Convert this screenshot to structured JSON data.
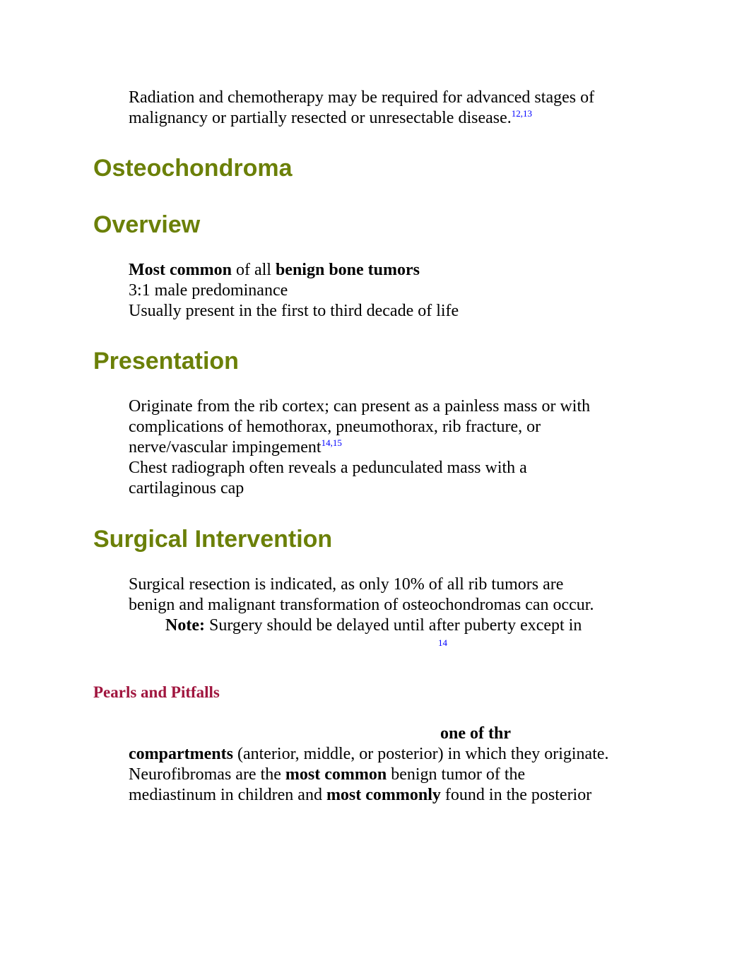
{
  "colors": {
    "heading": "#6b8008",
    "subheading": "#a0153e",
    "citation": "#0000ff",
    "text": "#000000"
  },
  "intro": {
    "line1": "Radiation and chemotherapy may be required for advanced stages of",
    "line2": "malignancy or partially resected or unresectable disease.",
    "cite": "12,13"
  },
  "headings": {
    "title": "Osteochondroma",
    "overview": "Overview",
    "presentation": "Presentation",
    "surgical": "Surgical Intervention",
    "pearls": "Pearls and Pitfalls"
  },
  "overview": {
    "l1_bold1": "Most common",
    "l1_mid": " of all ",
    "l1_bold2": "benign bone tumors",
    "l2": "3:1 male predominance",
    "l3": "Usually present in the first to third decade of life"
  },
  "presentation": {
    "l1": "Originate from the rib cortex; can present as a painless mass or with",
    "l2": "complications of hemothorax, pneumothorax, rib fracture, or",
    "l3": "nerve/vascular impingement",
    "l3_cite": "14,15",
    "l4": "Chest radiograph often reveals a pedunculated mass with a",
    "l5": "cartilaginous cap"
  },
  "surgical": {
    "l1": "Surgical resection is indicated, as only 10% of all rib tumors are",
    "l2": "benign and malignant transformation of osteochondromas can occur.",
    "note_label": "Note:",
    "note_text": " Surgery should be delayed until after puberty except in",
    "cite": "14"
  },
  "pearls": {
    "l1_bold": "one of thr",
    "l2_bold": "compartments",
    "l2_rest": " (anterior, middle, or posterior) in which they originate.",
    "l3_a": "Neurofibromas are the ",
    "l3_bold": "most common",
    "l3_c": " benign tumor of the",
    "l4_a": "mediastinum in children and ",
    "l4_bold": "most commonly",
    "l4_c": " found in the posterior"
  }
}
